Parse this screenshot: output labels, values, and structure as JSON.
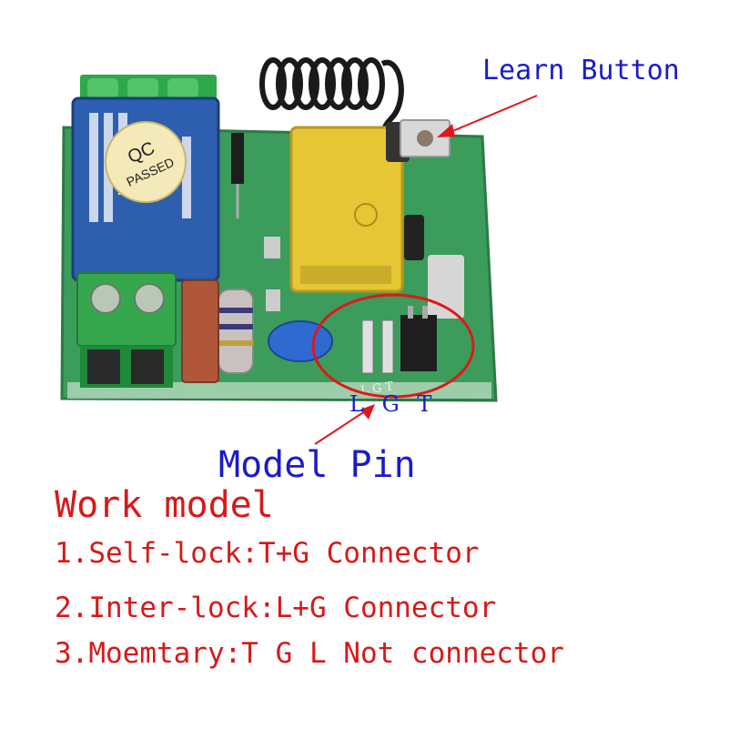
{
  "labels": {
    "learn_button": "Learn Button",
    "pins": "L G T",
    "model_pin": "Model Pin"
  },
  "board_print": {
    "qc_line1": "QC",
    "qc_line2": "PASSED",
    "pin_marks": "L  G  T"
  },
  "work_model": {
    "title": "Work model",
    "lines": [
      "1.Self-lock:T+G Connector",
      "2.Inter-lock:L+G Connector",
      "3.Moemtary:T G L Not connector"
    ]
  },
  "colors": {
    "annotation_blue": "#1a1acc",
    "annotation_red": "#d81818",
    "pcb_green": "#3a9a5a",
    "relay_blue": "#2a5aa8"
  }
}
